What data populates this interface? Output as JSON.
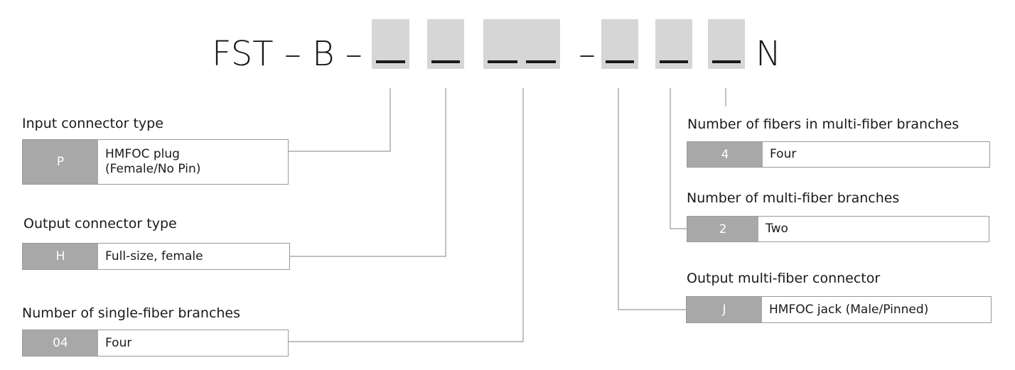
{
  "part_number": {
    "prefix": "FST – B –",
    "separator": "–",
    "suffix": "N"
  },
  "left_fields": [
    {
      "label": "Input connector type",
      "code": "P",
      "description": "HMFOC plug\n(Female/No Pin)"
    },
    {
      "label": "Output connector type",
      "code": "H",
      "description": "Full-size, female"
    },
    {
      "label": "Number of single-fiber branches",
      "code": "04",
      "description": "Four"
    }
  ],
  "right_fields": [
    {
      "label": "Number of fibers in multi-fiber branches",
      "code": "4",
      "description": "Four"
    },
    {
      "label": "Number of multi-fiber branches",
      "code": "2",
      "description": "Two"
    },
    {
      "label": "Output multi-fiber connector",
      "code": "J",
      "description": "HMFOC jack (Male/Pinned)"
    }
  ],
  "colors": {
    "slot_fill": "#d6d6d6",
    "code_fill": "#a8a8a8",
    "line": "#9a9a9a",
    "text": "#1a1a1a"
  }
}
